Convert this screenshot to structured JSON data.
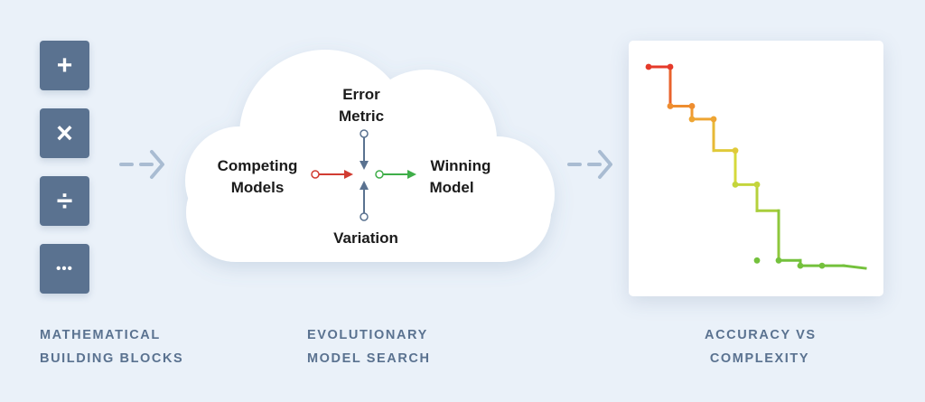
{
  "building_blocks": {
    "blocks": [
      {
        "icon": "plus-icon",
        "glyph": "+"
      },
      {
        "icon": "multiply-icon",
        "glyph": "×"
      },
      {
        "icon": "divide-icon",
        "glyph": "÷"
      },
      {
        "icon": "more-icon",
        "glyph": "•••"
      }
    ],
    "caption_line1": "MATHEMATICAL",
    "caption_line2": "BUILDING BLOCKS"
  },
  "model_search": {
    "top_label_line1": "Error",
    "top_label_line2": "Metric",
    "left_label_line1": "Competing",
    "left_label_line2": "Models",
    "right_label_line1": "Winning",
    "right_label_line2": "Model",
    "bottom_label": "Variation",
    "caption_line1": "EVOLUTIONARY",
    "caption_line2": "MODEL SEARCH"
  },
  "accuracy_chart": {
    "caption_line1": "ACCURACY VS",
    "caption_line2": "COMPLEXITY"
  },
  "colors": {
    "block_fill": "#5a7290",
    "caption_text": "#5a7290",
    "flow_arrow": "#a9bcd2",
    "input_arrow": "#d13c32",
    "output_arrow": "#3fae49",
    "center_arrows": "#5a7290",
    "step_start": "#e53a2a",
    "step_end": "#74c13c"
  },
  "chart_data": {
    "type": "line",
    "title": "",
    "xlabel": "",
    "ylabel": "",
    "x": [
      0,
      1,
      1,
      2,
      2,
      3,
      3,
      4,
      4,
      5,
      5,
      6,
      6,
      7,
      7,
      8,
      9,
      10
    ],
    "y": [
      100,
      100,
      85,
      85,
      80,
      80,
      68,
      68,
      55,
      55,
      45,
      45,
      26,
      26,
      24,
      24,
      24,
      23
    ],
    "markers": [
      [
        0,
        100
      ],
      [
        1,
        100
      ],
      [
        1,
        85
      ],
      [
        2,
        85
      ],
      [
        2,
        80
      ],
      [
        3,
        80
      ],
      [
        4,
        68
      ],
      [
        4,
        55
      ],
      [
        5,
        55
      ],
      [
        5,
        26
      ],
      [
        6,
        26
      ],
      [
        7,
        24
      ],
      [
        8,
        24
      ]
    ],
    "grid": false,
    "legend": "none"
  }
}
